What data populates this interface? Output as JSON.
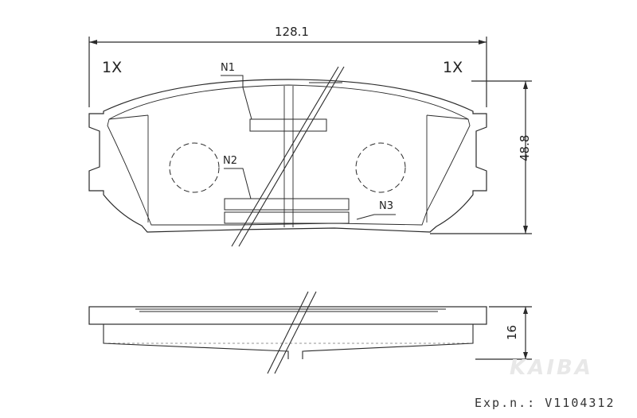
{
  "drawing": {
    "overall_width": "128.1",
    "height": "48.8",
    "thickness": "16",
    "quantity_left": "1X",
    "quantity_right": "1X",
    "notes": [
      "N1",
      "N2",
      "N3"
    ]
  },
  "footer": {
    "brand": "KAIBA",
    "ref_label": "Exp.n.:",
    "ref_value": "V1104312"
  }
}
